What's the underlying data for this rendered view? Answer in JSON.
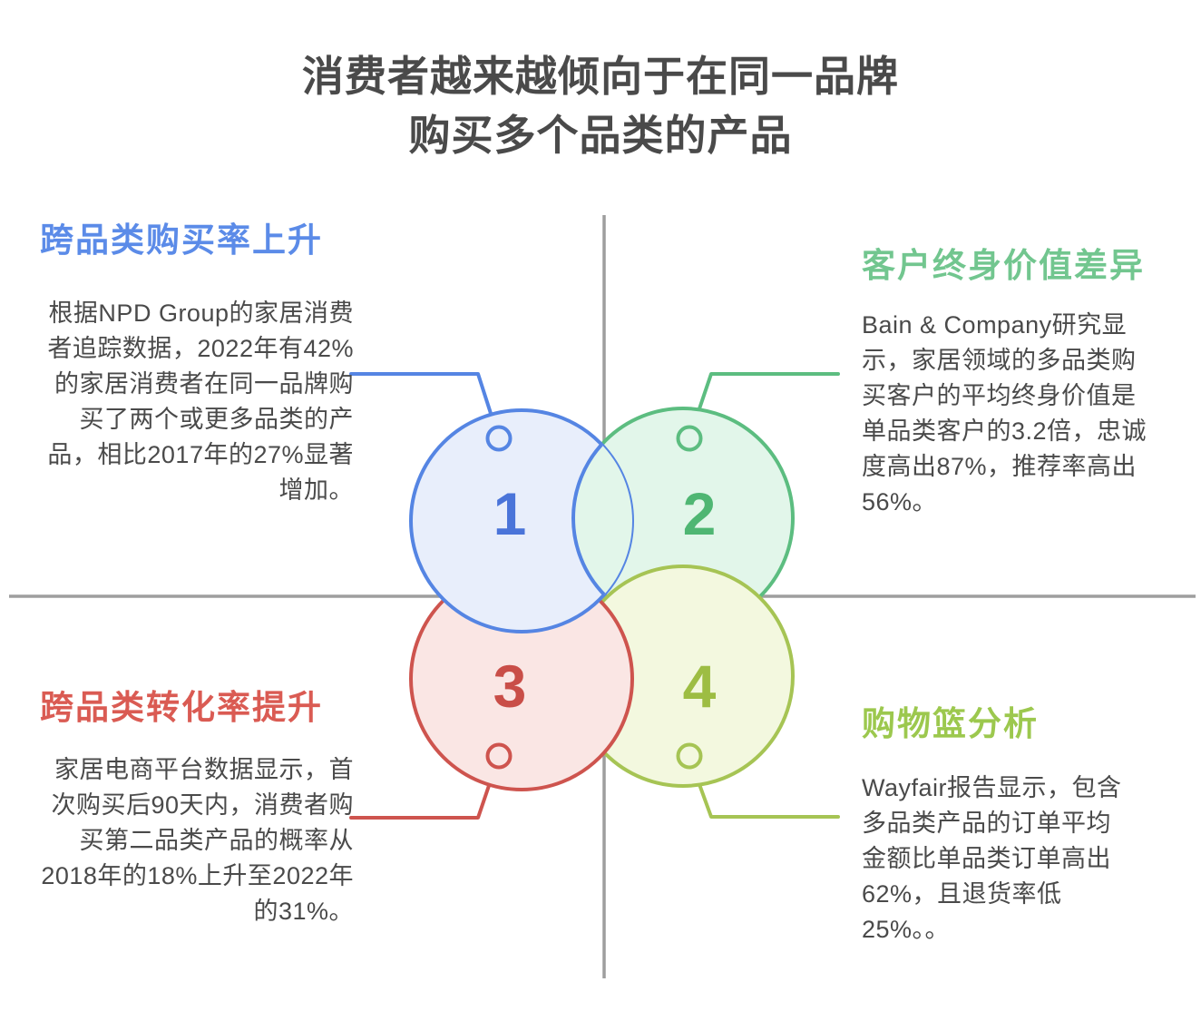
{
  "title": {
    "line1": "消费者越来越倾向于在同一品牌",
    "line2": "购买多个品类的产品",
    "color": "#4A4A4A"
  },
  "sections": [
    {
      "number": "1",
      "heading": "跨品类购买率上升",
      "body": "根据NPD Group的家居消费者追踪数据，2022年有42%的家居消费者在同一品牌购买了两个或更多品类的产品，相比2017年的27%显著增加。",
      "heading_color": "#5B8BE8",
      "circle_stroke": "#5585E3",
      "circle_fill": "#E8EEFB",
      "number_color": "#4A74D9"
    },
    {
      "number": "2",
      "heading": "客户终身价值差异",
      "body": "Bain & Company研究显示，家居领域的多品类购买客户的平均终身价值是单品类客户的3.2倍，忠诚度高出87%，推荐率高出56%。",
      "heading_color": "#72C68F",
      "circle_stroke": "#5CBD80",
      "circle_fill": "#E2F6EA",
      "number_color": "#4FB673"
    },
    {
      "number": "3",
      "heading": "跨品类转化率提升",
      "body": "家居电商平台数据显示，首次购买后90天内，消费者购买第二品类产品的概率从2018年的18%上升至2022年的31%。",
      "heading_color": "#DA5B53",
      "circle_stroke": "#CE544E",
      "circle_fill": "#FAE6E4",
      "number_color": "#C94E48"
    },
    {
      "number": "4",
      "heading": "购物篮分析",
      "body": "Wayfair报告显示，包含多品类产品的订单平均金额比单品类订单高出62%，且退货率低25%。。",
      "heading_color": "#9CC84E",
      "circle_stroke": "#A6C454",
      "circle_fill": "#F3F8DF",
      "number_color": "#9DBD43"
    }
  ],
  "divider_color": "#9E9E9E",
  "body_text_color": "#4A4A4A"
}
